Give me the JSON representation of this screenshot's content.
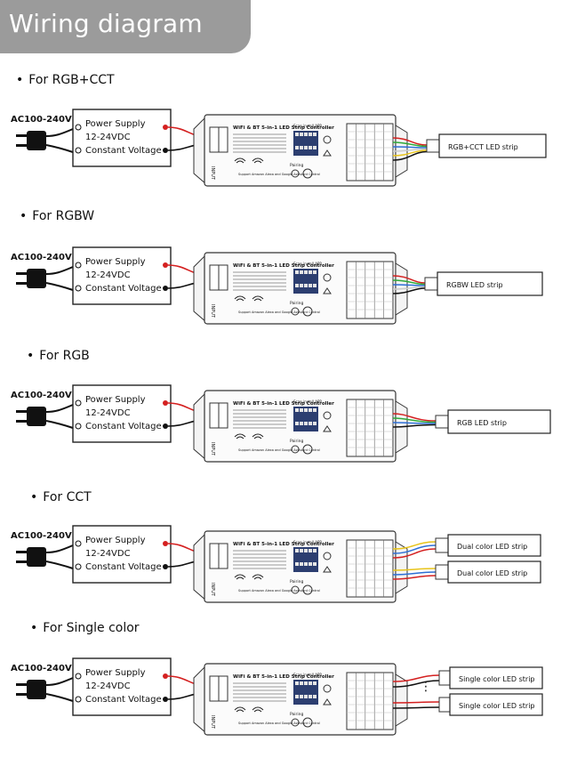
{
  "header": {
    "title": "Wiring diagram"
  },
  "sections": [
    {
      "label": "For RGB+CCT",
      "strip_labels": [
        "RGB+CCT LED strip"
      ]
    },
    {
      "label": "For RGBW",
      "strip_labels": [
        "RGBW LED strip"
      ]
    },
    {
      "label": "For RGB",
      "strip_labels": [
        "RGB LED strip"
      ]
    },
    {
      "label": "For CCT",
      "strip_labels": [
        "Dual color LED strip",
        "Dual color LED strip"
      ]
    },
    {
      "label": "For Single color",
      "strip_labels": [
        "Single color LED strip",
        "Single color LED strip"
      ]
    }
  ],
  "common": {
    "ac_input": "AC100-240V",
    "power_supply_lines": [
      "Power Supply",
      "12-24VDC",
      "Constant Voltage"
    ],
    "controller_title": "WiFi & BT 5-in-1 LED Strip Controller",
    "scan_text": "Scan install APP",
    "pairing": "Pairing",
    "input_label": "INPUT",
    "alexa_text": "Support Amazon Alexa and Google Assistant Control"
  },
  "colors": {
    "header_bg": "#9b9b9b",
    "wire_red": "#d42020",
    "wire_black": "#111111",
    "wire_blue": "#2d6fd6",
    "wire_green": "#2faa3a",
    "wire_yellow": "#e8c41a",
    "wire_white": "#cccccc"
  }
}
